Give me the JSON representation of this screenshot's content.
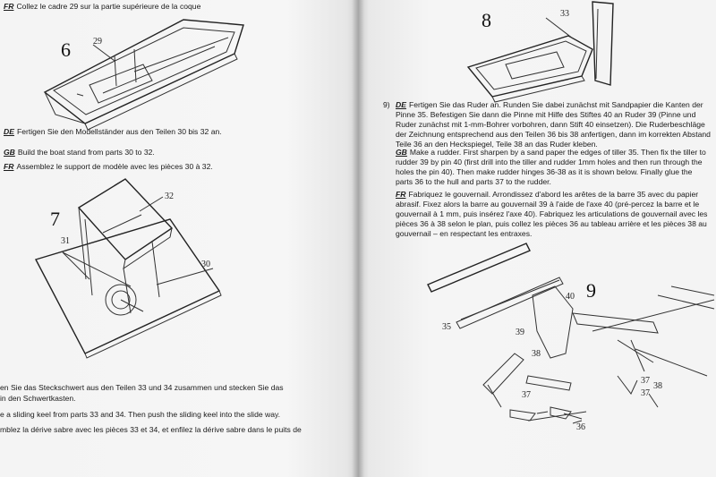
{
  "left_page": {
    "step6": {
      "number": "6",
      "callout": "29",
      "header_lang": "FR",
      "header_text": "Collez le cadre 29 sur la partie supérieure de la coque"
    },
    "stand_instructions": [
      {
        "lang": "DE",
        "text": "Fertigen Sie den Modellständer aus den Teilen 30 bis 32 an."
      },
      {
        "lang": "GB",
        "text": "Build the boat stand from parts 30 to 32."
      },
      {
        "lang": "FR",
        "text": "Assemblez le support de modèle avec les pièces 30 à 32."
      }
    ],
    "step7": {
      "number": "7",
      "callouts": [
        "32",
        "31",
        "30"
      ]
    },
    "keel_instructions": [
      "en Sie das Steckschwert aus den Teilen 33 und 34 zusammen und stecken Sie das",
      "in den Schwertkasten.",
      "e a sliding keel from parts 33 and 34. Then push the sliding keel into the slide way.",
      "mblez la dérive sabre avec les pièces 33 et 34, et enfilez la dérive sabre dans le puits de"
    ]
  },
  "right_page": {
    "step8": {
      "number": "8",
      "callout": "33"
    },
    "step9_label": "9)",
    "instructions": [
      {
        "lang": "DE",
        "text": "Fertigen Sie das Ruder an. Runden Sie dabei zunächst mit Sandpapier die Kanten der Pinne 35. Befestigen Sie dann die Pinne mit Hilfe des Stiftes 40 an Ruder 39 (Pinne und Ruder zunächst mit 1-mm-Bohrer vorbohren, dann Stift 40 einsetzen). Die Ruderbeschläge der Zeichnung entsprechend aus den Teilen 36 bis 38 anfertigen, dann im korrekten Abstand Teile 36 an den Heckspiegel, Teile 38 an das Ruder kleben."
      },
      {
        "lang": "GB",
        "text": "Make a rudder. First sharpen by a sand paper the edges of tiller 35. Then fix the tiller to rudder 39 by pin 40 (first drill into the tiller and rudder 1mm holes and then run through the holes the pin 40). Then make rudder hinges 36-38 as it is shown below. Finally glue the parts 36 to the hull and parts 37 to the rudder."
      },
      {
        "lang": "FR",
        "text": "Fabriquez le gouvernail. Arrondissez d'abord les arêtes de la barre 35 avec du papier abrasif. Fixez alors la barre au gouvernail 39 à l'aide de l'axe 40 (pré-percez la barre et le gouvernail à 1 mm, puis insérez l'axe 40). Fabriquez les articulations de gouvernail avec les pièces 36 à 38 selon le plan, puis collez les pièces 36 au tableau arrière et les pièces 38 au gouvernail – en respectant les entraxes."
      }
    ],
    "step9": {
      "number": "9",
      "callouts": {
        "c40": "40",
        "c35": "35",
        "c39": "39",
        "c38a": "38",
        "c38b": "38",
        "c37a": "37",
        "c37b": "37",
        "c37c": "37",
        "c36": "36"
      }
    }
  }
}
